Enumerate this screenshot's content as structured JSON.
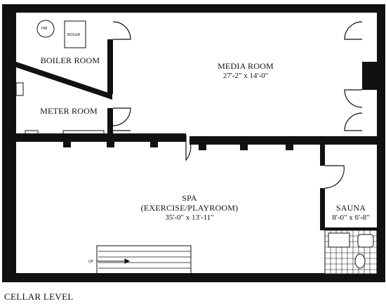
{
  "title": "CELLAR LEVEL",
  "fixtures": {
    "water_heater": "HW",
    "boiler": "BOILER",
    "stair_direction": "UP"
  },
  "rooms": [
    {
      "id": "boiler",
      "name": "BOILER ROOM",
      "dimensions": ""
    },
    {
      "id": "meter",
      "name": "METER ROOM",
      "dimensions": ""
    },
    {
      "id": "media",
      "name": "MEDIA ROOM",
      "dimensions": "27'-2\" x 14'-0\""
    },
    {
      "id": "spa",
      "name": "SPA",
      "name2": "(EXERCISE/PLAYROOM)",
      "dimensions": "35'-0\" x 13'-11\""
    },
    {
      "id": "sauna",
      "name": "SAUNA",
      "dimensions": "8'-0\" x 6'-8\""
    }
  ],
  "colors": {
    "wall": "#111111",
    "background": "#ffffff"
  }
}
